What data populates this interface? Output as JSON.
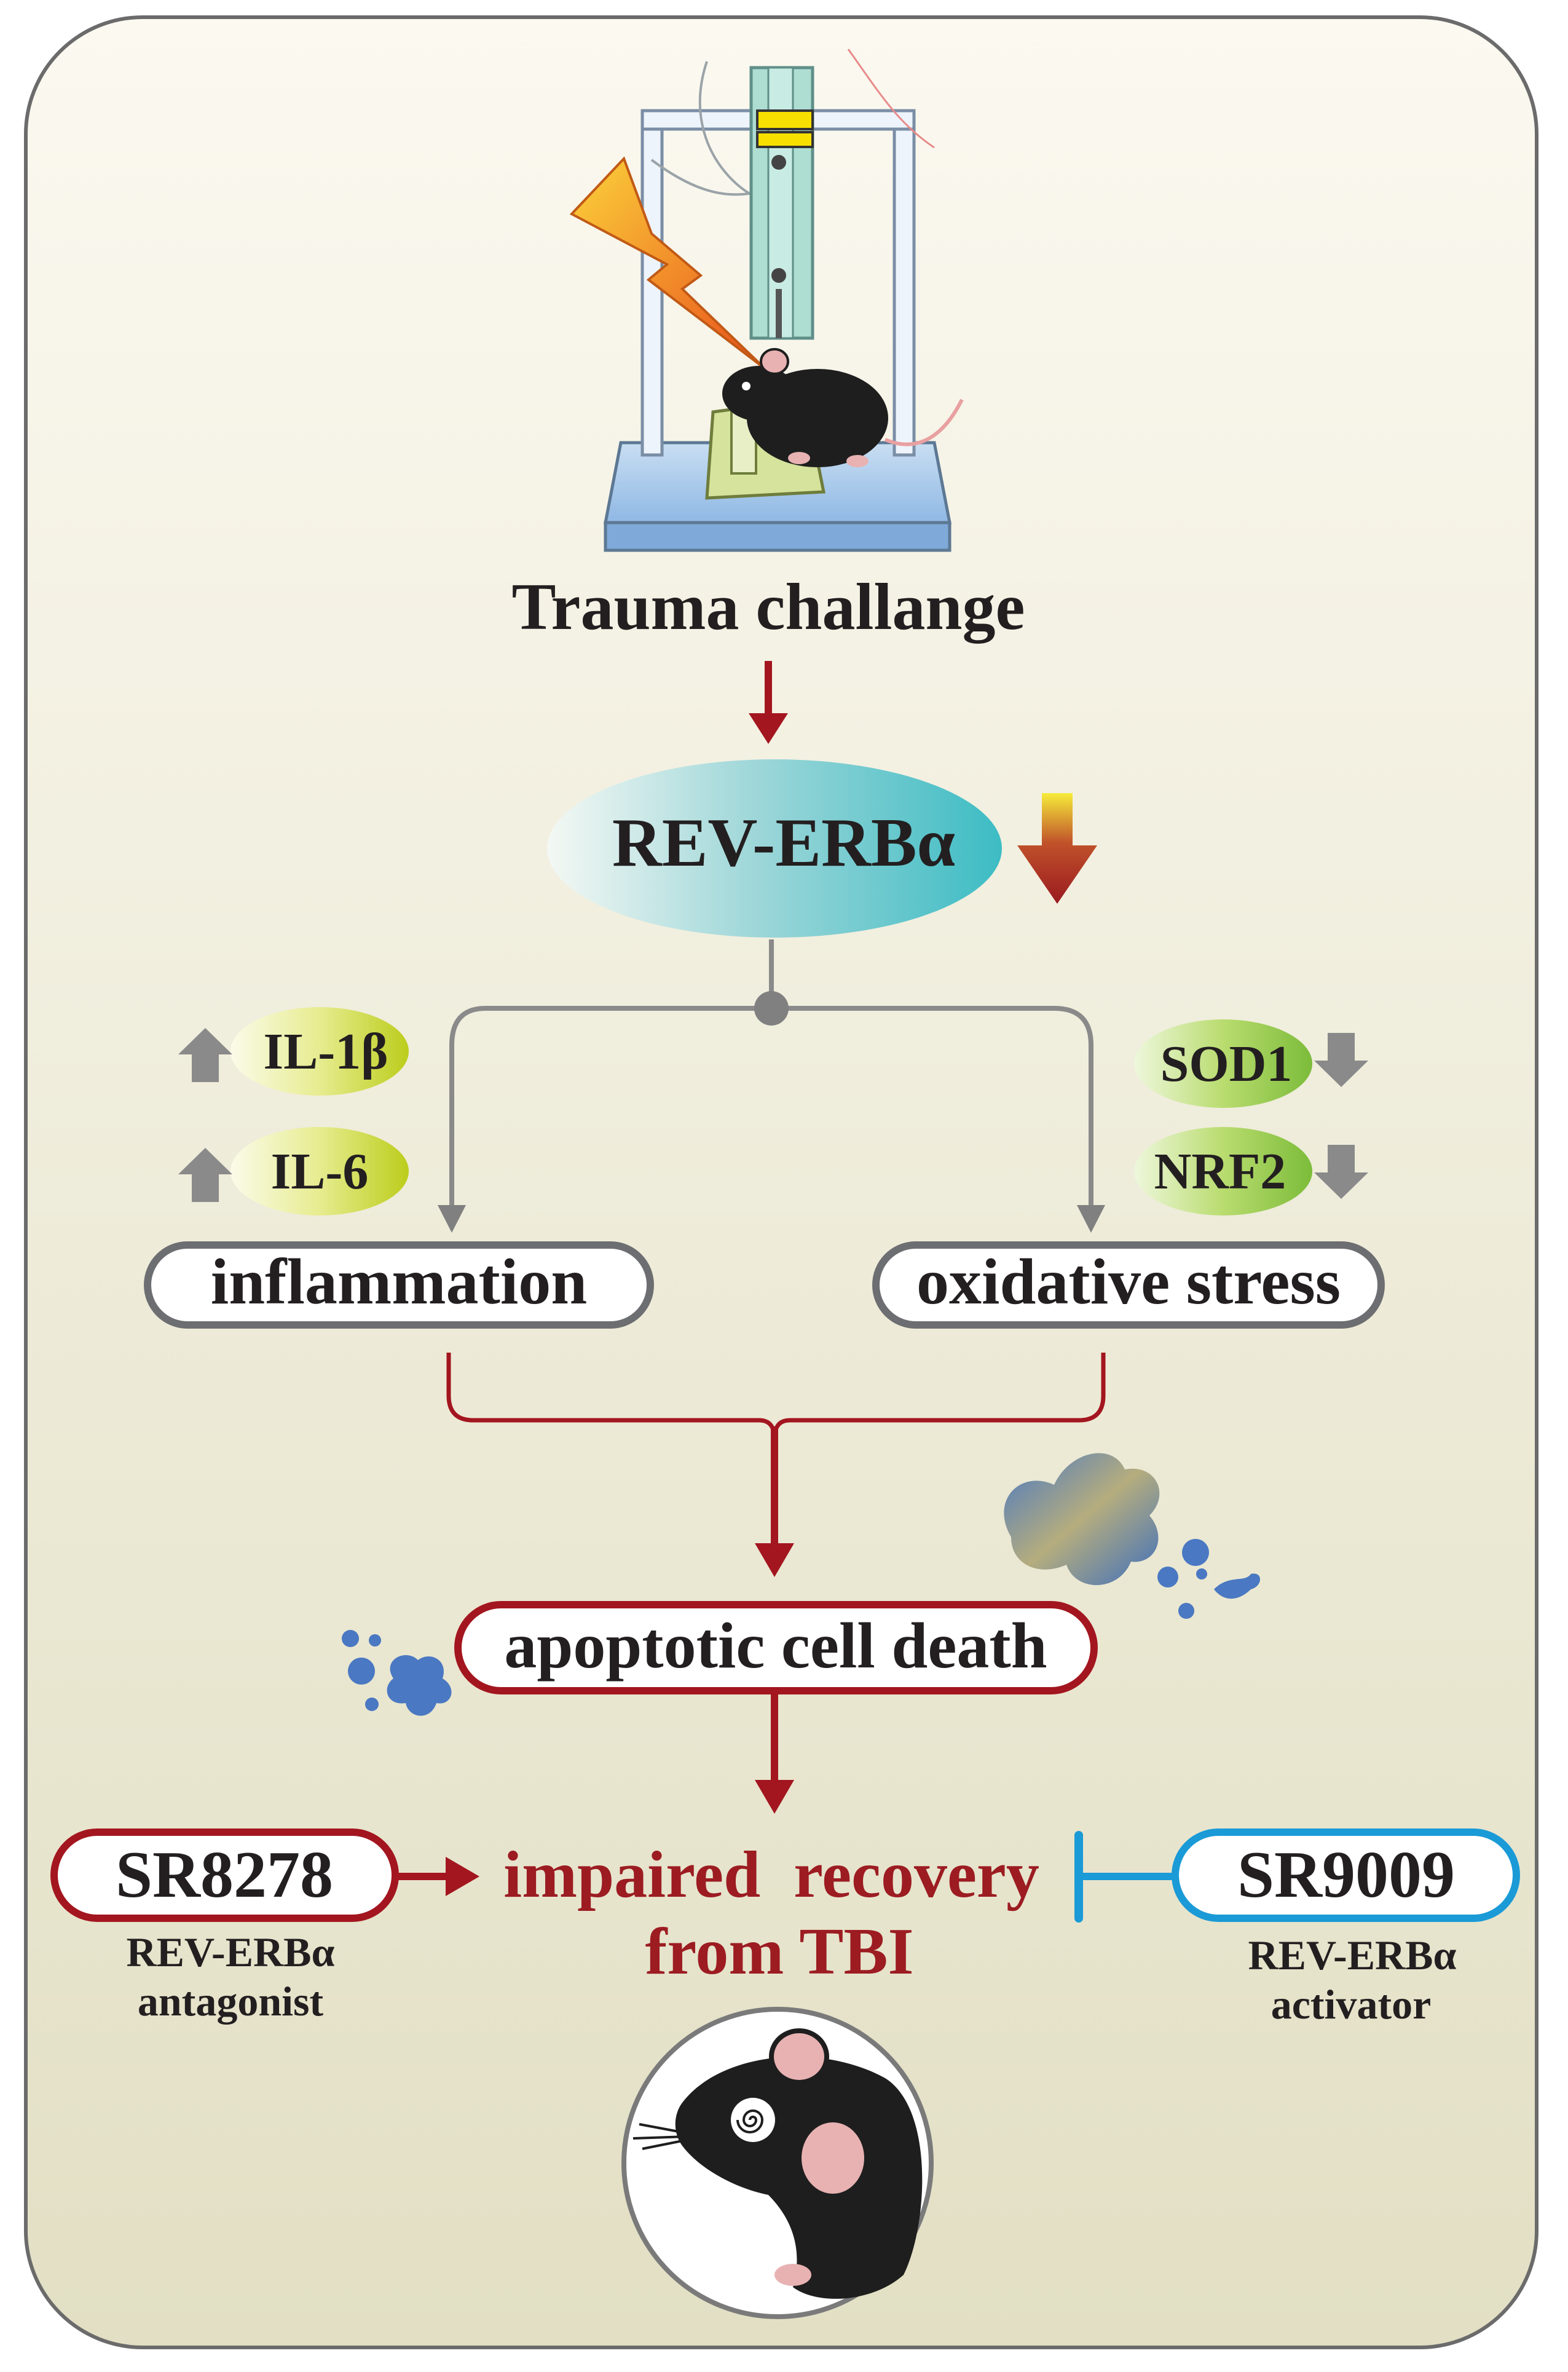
{
  "colors": {
    "dark_red": "#a3161f",
    "text_dark": "#231f20",
    "red_text": "#9c1c22",
    "gray_arrow": "#808080",
    "blue_inhibit": "#1a9ad6",
    "panel_top": "#fbf9f0",
    "panel_bottom": "#e2dfc4"
  },
  "icons": {
    "stereotaxic_rig": "stereotaxic-frame-mouse-illustration",
    "lightning": "lightning-bolt-icon",
    "dizzy_mouse": "dizzy-mouse-illustration",
    "cell_debris": "apoptotic-cell-fragment-icon"
  },
  "diagram": {
    "trauma_label": "Trauma challange",
    "rev_erb": "REV-ERBα",
    "cytokines": [
      "IL-1β",
      "IL-6"
    ],
    "antioxidants": [
      "SOD1",
      "NRF2"
    ],
    "inflammation": "inflammation",
    "oxidative_stress": "oxidative stress",
    "apoptosis": "apoptotic cell death",
    "outcome_line1": "impaired  recovery",
    "outcome_line2": "from TBI",
    "antagonist": {
      "name": "SR8278",
      "desc_line1": "REV-ERBα",
      "desc_line2": "antagonist"
    },
    "activator": {
      "name": "SR9009",
      "desc_line1": "REV-ERBα",
      "desc_line2": "activator"
    }
  }
}
